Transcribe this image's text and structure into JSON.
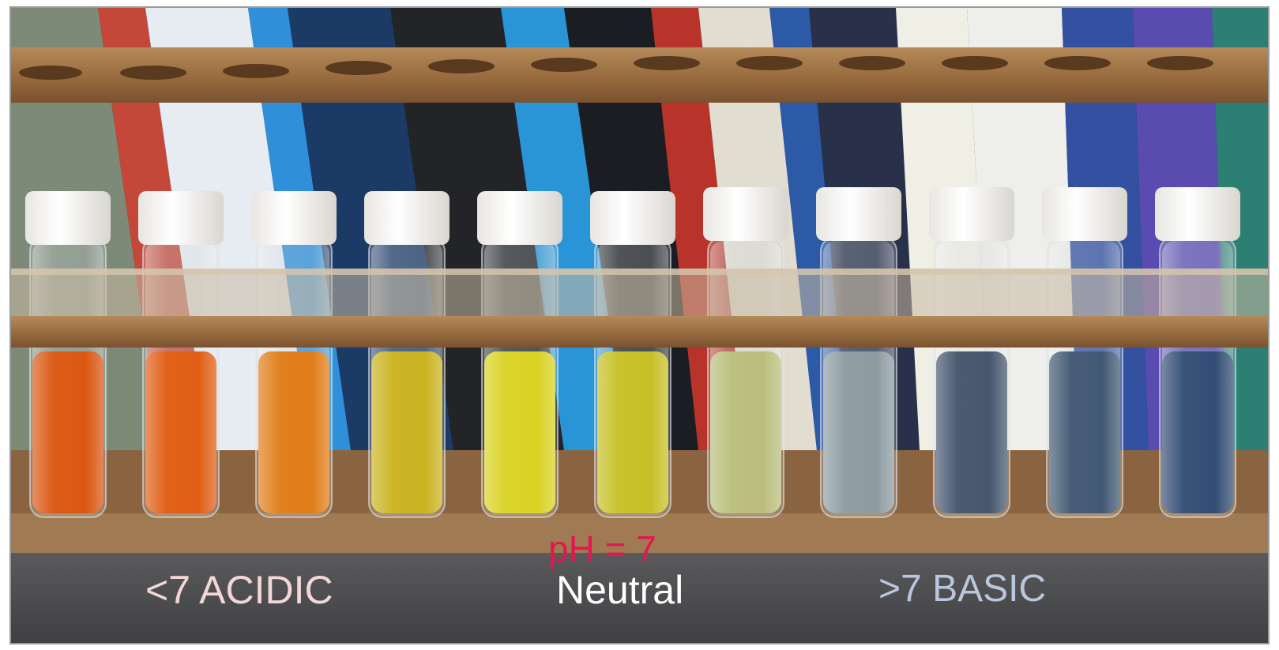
{
  "labels": {
    "acidic": "<7 ACIDIC",
    "ph": "pH = 7",
    "neutral": "Neutral",
    "basic": ">7 BASIC"
  },
  "colors": {
    "acidic_text": "#f3d7d7",
    "ph_text": "#e3174f",
    "neutral_text": "#ffffff",
    "basic_text": "#b9c6dd"
  },
  "vials": [
    {
      "liquid": "#d9540e"
    },
    {
      "liquid": "#e05a10"
    },
    {
      "liquid": "#e07a14"
    },
    {
      "liquid": "#c9b21c"
    },
    {
      "liquid": "#d8d21e"
    },
    {
      "liquid": "#c6bf22"
    },
    {
      "liquid": "#b8bd7a"
    },
    {
      "liquid": "#8b9aa0"
    },
    {
      "liquid": "#43526b"
    },
    {
      "liquid": "#3f5671"
    },
    {
      "liquid": "#2f4a72"
    }
  ]
}
